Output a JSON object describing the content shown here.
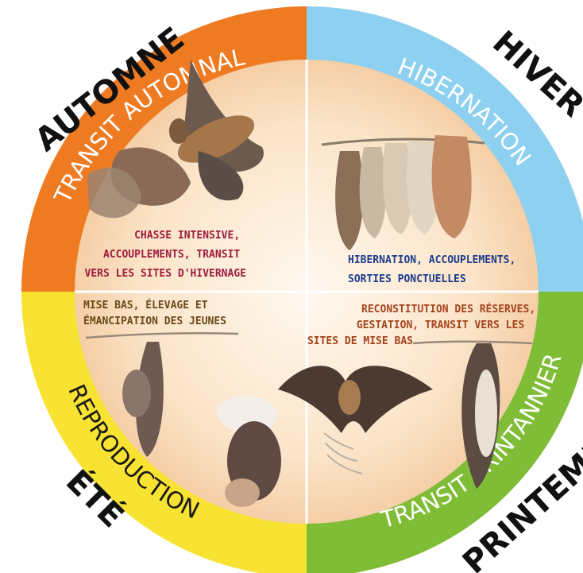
{
  "seasons": {
    "automne": "AUTOMNE",
    "hiver": "HIVER",
    "printemps": "PRINTEMPS",
    "ete": "ÉTÉ"
  },
  "phases": {
    "transit_automnal": "TRANSIT AUTOMNAL",
    "hibernation": "HIBERNATION",
    "reproduction": "REPRODUCTION",
    "transit_printannier": "TRANSIT PRINTANNIER"
  },
  "descriptions": {
    "automne": [
      "CHASSE INTENSIVE,",
      "ACCOUPLEMENTS, TRANSIT",
      "VERS LES SITES D'HIVERNAGE"
    ],
    "hiver": [
      "HIBERNATION, ACCOUPLEMENTS,",
      "SORTIES PONCTUELLES"
    ],
    "ete": [
      "MISE BAS, ÉLEVAGE ET",
      "ÉMANCIPATION DES JEUNES"
    ],
    "printemps": [
      "RECONSTITUTION DES RÉSERVES,",
      "GESTATION, TRANSIT VERS LES",
      "SITES DE MISE BAS"
    ]
  },
  "colors": {
    "automne_ring": "#ee7b22",
    "hiver_ring": "#8dd0f0",
    "ete_ring": "#f8e232",
    "printemps_ring": "#7fbd36",
    "center_light": "#fdf1e2",
    "center_warm": "#f3cba1",
    "desc_red": "#9c1d3c",
    "desc_blue": "#1c3c8e",
    "desc_olive": "#6b4a1a",
    "desc_brown": "#a3431c"
  }
}
